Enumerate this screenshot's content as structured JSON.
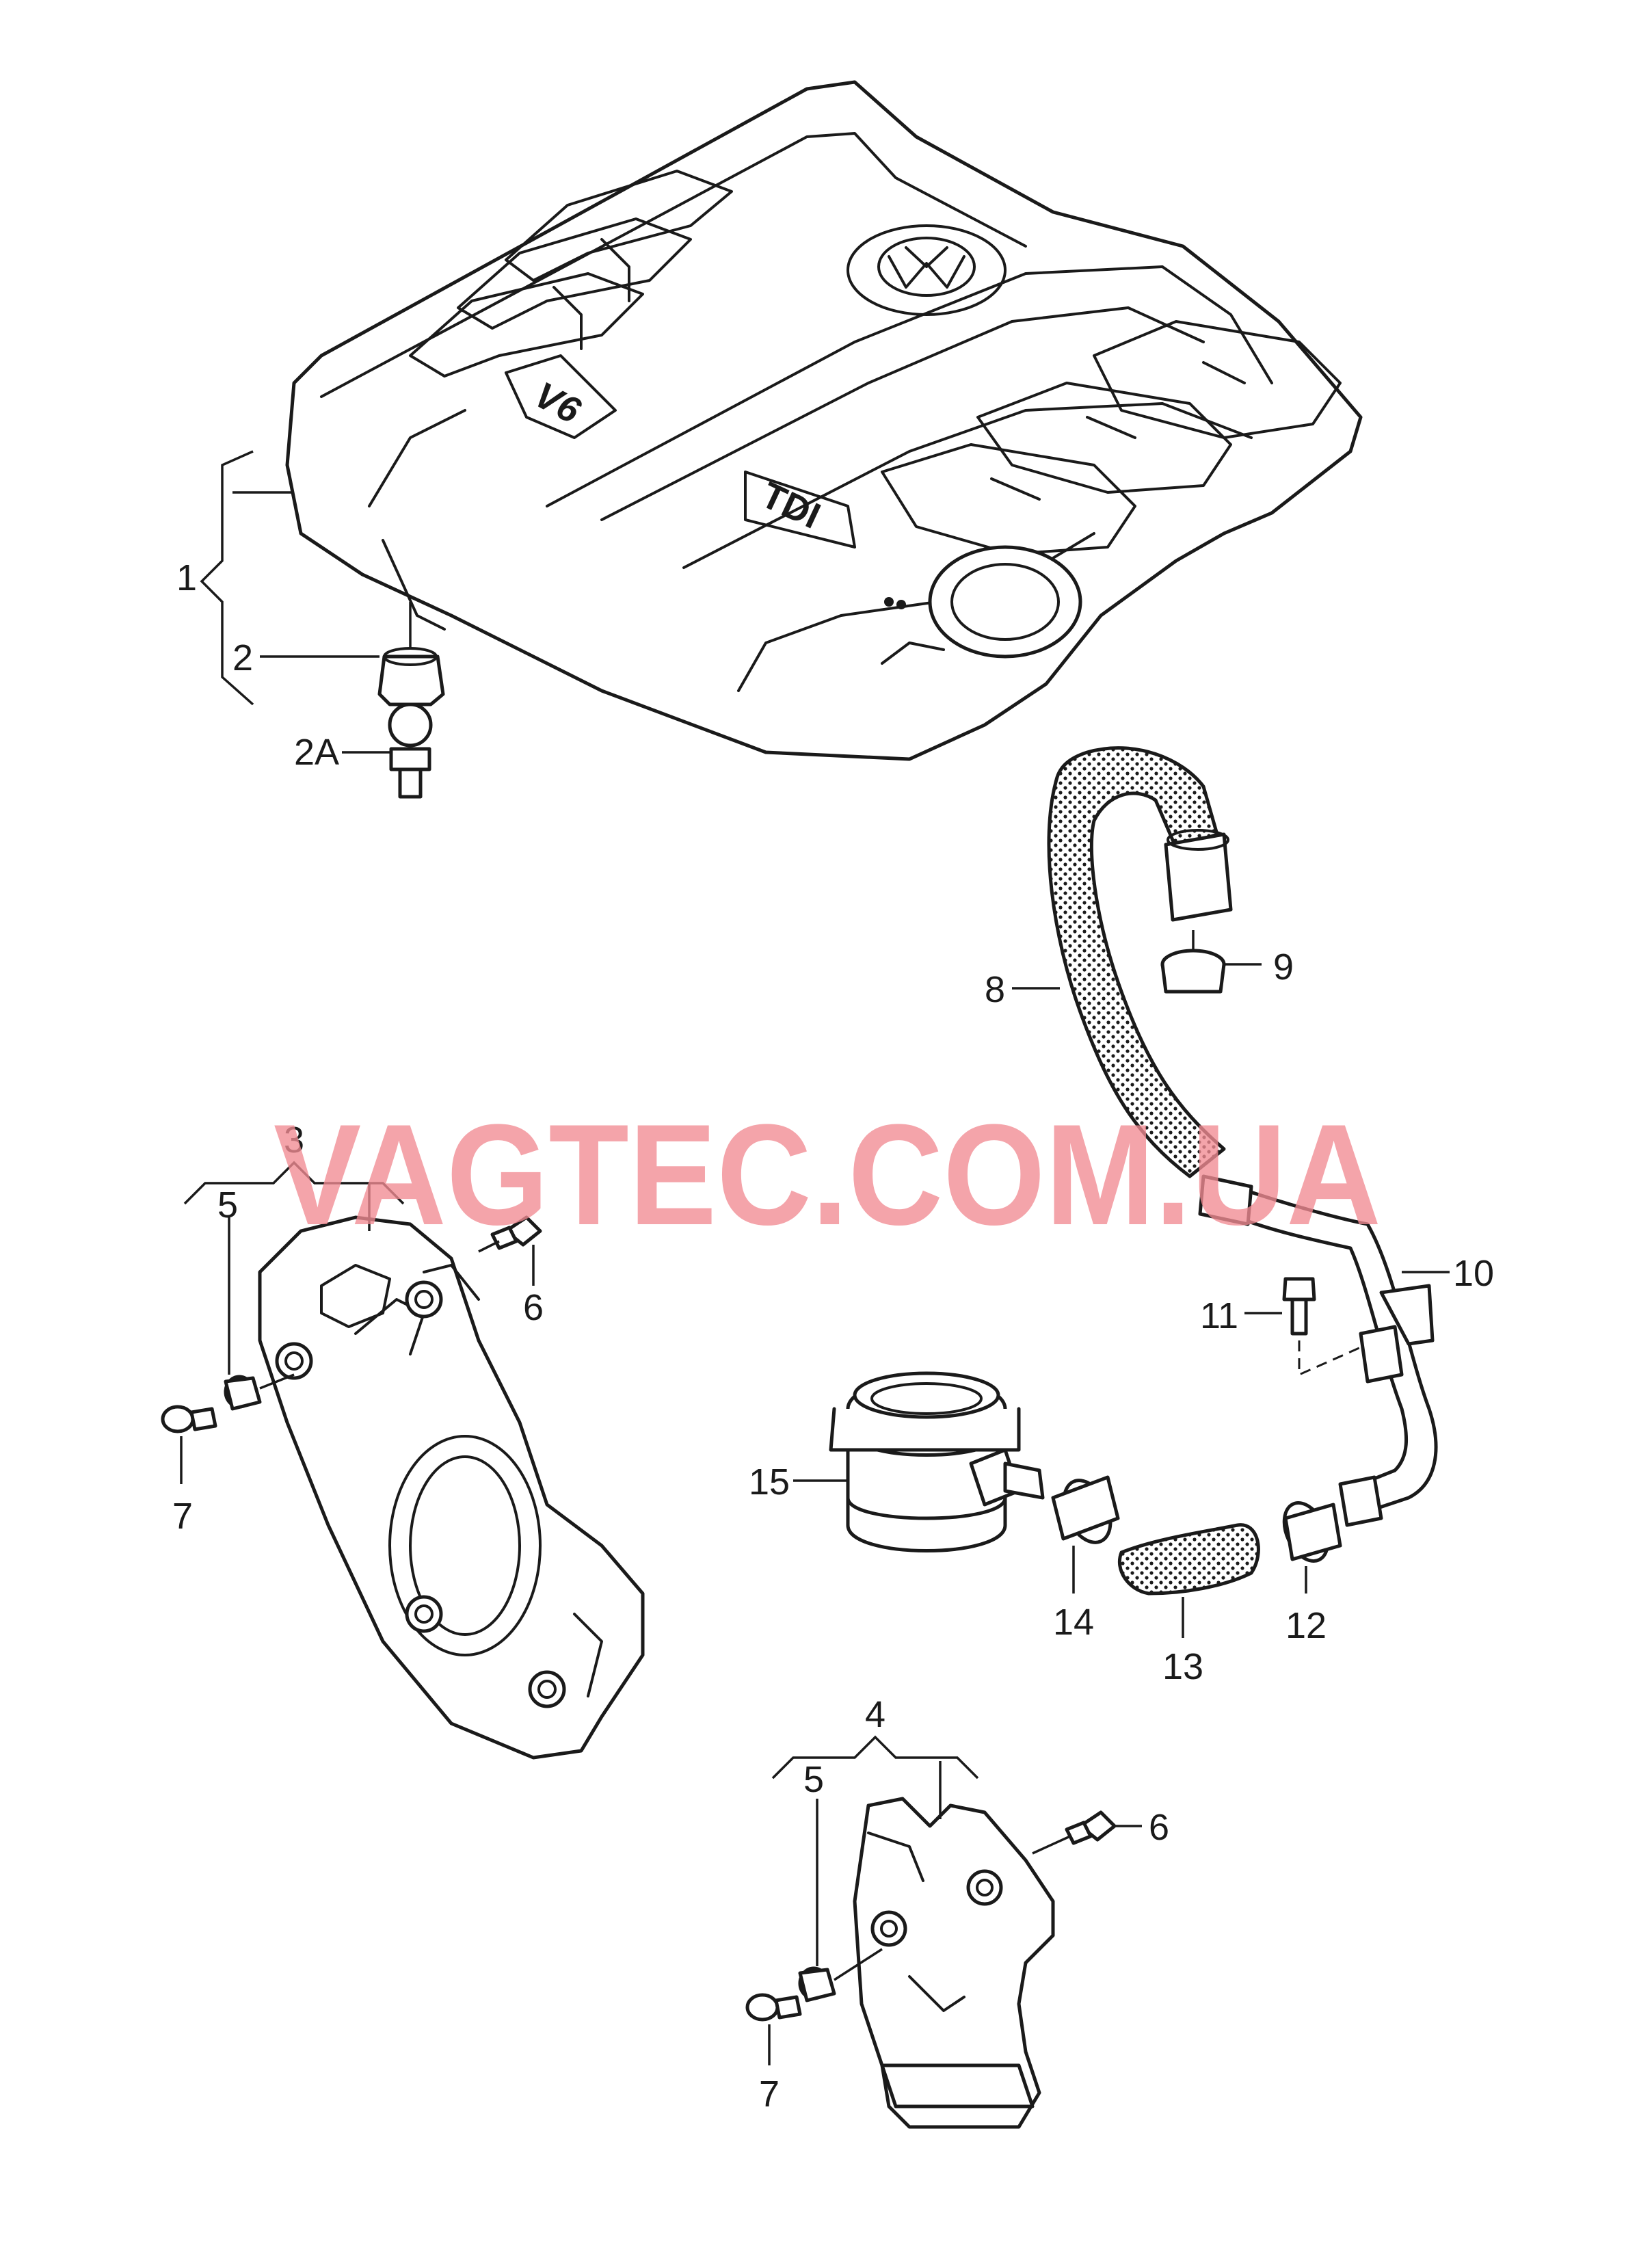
{
  "watermark": "VAGTEC.COM.UA",
  "cover_marks": {
    "engine_badge": "V6",
    "model_badge": "TDI"
  },
  "callouts": {
    "c1": "1",
    "c2": "2",
    "c2a": "2A",
    "c3": "3",
    "c4": "4",
    "c5a": "5",
    "c5b": "5",
    "c6a": "6",
    "c6b": "6",
    "c7a": "7",
    "c7b": "7",
    "c8": "8",
    "c9": "9",
    "c10": "10",
    "c11": "11",
    "c12": "12",
    "c13": "13",
    "c14": "14",
    "c15": "15"
  },
  "colors": {
    "line": "#1a1a1a",
    "watermark": "#f28b93",
    "background": "#ffffff"
  },
  "icons": [
    "vw-logo-icon"
  ]
}
